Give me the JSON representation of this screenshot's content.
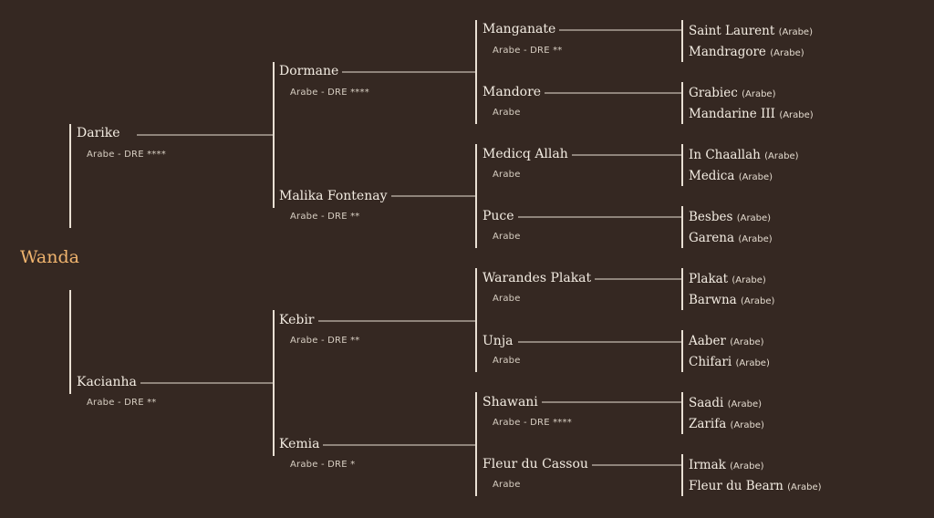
{
  "subject": {
    "name": "Wanda"
  },
  "sire": {
    "name": "Darike",
    "info": "Arabe - DRE ****",
    "sire": {
      "name": "Dormane",
      "info": "Arabe - DRE ****",
      "sire": {
        "name": "Manganate",
        "info": "Arabe - DRE **",
        "sire": {
          "name": "Saint Laurent",
          "breed": "(Arabe)"
        },
        "dam": {
          "name": "Mandragore",
          "breed": "(Arabe)"
        }
      },
      "dam": {
        "name": "Mandore",
        "info": "Arabe",
        "sire": {
          "name": "Grabiec",
          "breed": "(Arabe)"
        },
        "dam": {
          "name": "Mandarine III",
          "breed": "(Arabe)"
        }
      }
    },
    "dam": {
      "name": "Malika Fontenay",
      "info": "Arabe - DRE **",
      "sire": {
        "name": "Medicq Allah",
        "info": "Arabe",
        "sire": {
          "name": "In Chaallah",
          "breed": "(Arabe)"
        },
        "dam": {
          "name": "Medica",
          "breed": "(Arabe)"
        }
      },
      "dam": {
        "name": "Puce",
        "info": "Arabe",
        "sire": {
          "name": "Besbes",
          "breed": "(Arabe)"
        },
        "dam": {
          "name": "Garena",
          "breed": "(Arabe)"
        }
      }
    }
  },
  "dam": {
    "name": "Kacianha",
    "info": "Arabe - DRE **",
    "sire": {
      "name": "Kebir",
      "info": "Arabe - DRE **",
      "sire": {
        "name": "Warandes Plakat",
        "info": "Arabe",
        "sire": {
          "name": "Plakat",
          "breed": "(Arabe)"
        },
        "dam": {
          "name": "Barwna",
          "breed": "(Arabe)"
        }
      },
      "dam": {
        "name": "Unja",
        "info": "Arabe",
        "sire": {
          "name": "Aaber",
          "breed": "(Arabe)"
        },
        "dam": {
          "name": "Chifari",
          "breed": "(Arabe)"
        }
      }
    },
    "dam": {
      "name": "Kemia",
      "info": "Arabe - DRE *",
      "sire": {
        "name": "Shawani",
        "info": "Arabe - DRE ****",
        "sire": {
          "name": "Saadi",
          "breed": "(Arabe)"
        },
        "dam": {
          "name": "Zarifa",
          "breed": "(Arabe)"
        }
      },
      "dam": {
        "name": "Fleur du Cassou",
        "info": "Arabe",
        "sire": {
          "name": "Irmak",
          "breed": "(Arabe)"
        },
        "dam": {
          "name": "Fleur du Bearn",
          "breed": "(Arabe)"
        }
      }
    }
  }
}
